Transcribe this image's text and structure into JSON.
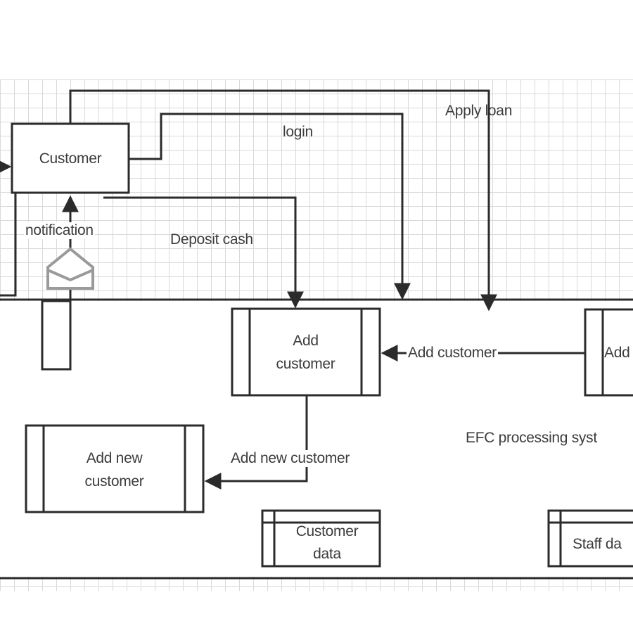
{
  "diagram": {
    "entities": {
      "customer": "Customer"
    },
    "processes": {
      "add_customer": [
        "Add",
        "customer"
      ],
      "add_new_customer": [
        "Add new",
        "customer"
      ],
      "right_process_partial": "Add"
    },
    "data_stores": {
      "customer_data": [
        "Customer",
        "data"
      ],
      "staff_data_partial": "Staff da"
    },
    "flows": {
      "apply_loan": "Apply loan",
      "login": "login",
      "notification": "notification",
      "deposit_cash": "Deposit cash",
      "add_customer": "Add customer",
      "add_new_customer": "Add new customer"
    },
    "system_boundary_label": "EFC processing syst"
  }
}
